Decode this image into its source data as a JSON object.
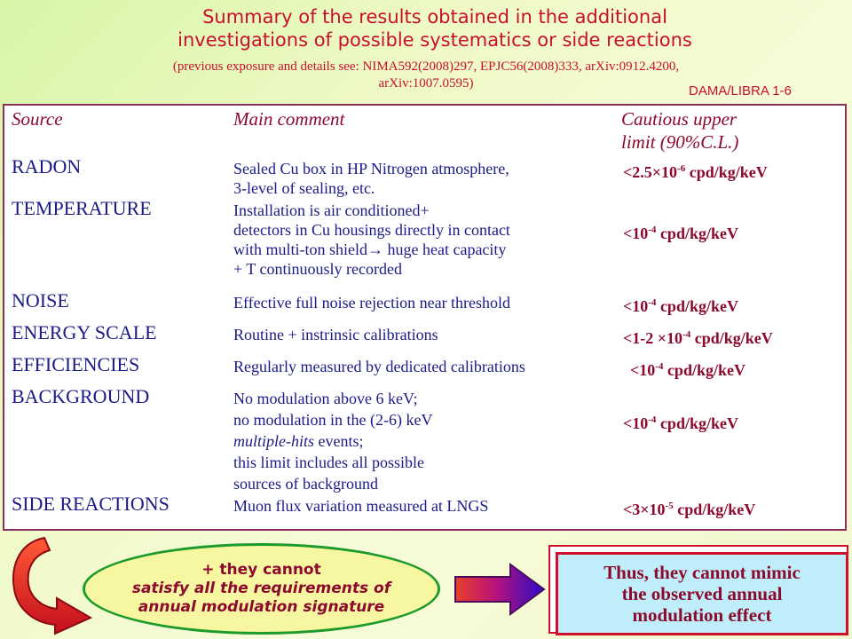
{
  "title": {
    "line1": "Summary of the results obtained in the additional",
    "line2": "investigations of possible systematics or side reactions"
  },
  "subtitle": {
    "line1": "(previous exposure and details see: NIMA592(2008)297, EPJC56(2008)333, arXiv:0912.4200,",
    "line2": "arXiv:1007.0595)"
  },
  "tag": "DAMA/LIBRA 1-6",
  "table": {
    "headers": {
      "source": "Source",
      "comment": "Main comment",
      "limit_line1": "Cautious upper",
      "limit_line2": "limit (90%C.L.)"
    },
    "rows": [
      {
        "source": "RADON",
        "comment": [
          "Sealed Cu box in HP Nitrogen atmosphere,",
          "3-level of sealing, etc."
        ],
        "limit": {
          "prefix": "<2.5",
          "times": "×10",
          "exp": "-6",
          "unit": " cpd/kg/keV"
        }
      },
      {
        "source": "TEMPERATURE",
        "comment": [
          "Installation is air conditioned+",
          "detectors in Cu housings directly in contact",
          "with multi-ton shield",
          "→",
          " huge heat capacity",
          "+ T continuously recorded"
        ],
        "limit": {
          "prefix": "<10",
          "times": "",
          "exp": "-4",
          "unit": " cpd/kg/keV"
        }
      },
      {
        "source": "NOISE",
        "comment": [
          "Effective full noise rejection near threshold"
        ],
        "limit": {
          "prefix": "<10",
          "times": "",
          "exp": "-4",
          "unit": " cpd/kg/keV"
        }
      },
      {
        "source": "ENERGY SCALE",
        "comment": [
          "Routine + instrinsic calibrations"
        ],
        "limit": {
          "prefix": "<1-2 ",
          "times": "×10",
          "exp": "-4",
          "unit": " cpd/kg/keV"
        }
      },
      {
        "source": "EFFICIENCIES",
        "comment": [
          "Regularly measured by dedicated calibrations"
        ],
        "limit": {
          "prefix": "<10",
          "times": "",
          "exp": "-4",
          "unit": " cpd/kg/keV"
        }
      },
      {
        "source": "BACKGROUND",
        "comment": [
          "No modulation above 6 keV;",
          "no modulation in the (2-6) keV",
          "multiple-hits",
          " events;",
          "this limit includes all possible",
          "sources of background"
        ],
        "limit": {
          "prefix": "<10",
          "times": "",
          "exp": "-4",
          "unit": " cpd/kg/keV"
        }
      },
      {
        "source": "SIDE REACTIONS",
        "comment": [
          "Muon flux variation measured at LNGS"
        ],
        "limit": {
          "prefix": "<3",
          "times": "×10",
          "exp": "-5",
          "unit": " cpd/kg/keV"
        }
      }
    ]
  },
  "ellipse": {
    "line1": "+ they cannot",
    "line2": "satisfy all the requirements of",
    "line3": "annual modulation signature"
  },
  "conclusion": {
    "line1": "Thus, they cannot mimic",
    "line2": "the observed annual",
    "line3": "modulation effect"
  },
  "colors": {
    "title": "#c8102e",
    "source_text": "#1b1b87",
    "limit_text": "#8b0a2e",
    "ellipse_fill": "#f6f7a0",
    "ellipse_border": "#1c9a2a",
    "conclusion_fill": "#bfeefa",
    "conclusion_border": "#d0102a"
  },
  "icons": {
    "curved_arrow": "curved-arrow-icon",
    "big_arrow": "right-arrow-icon"
  }
}
